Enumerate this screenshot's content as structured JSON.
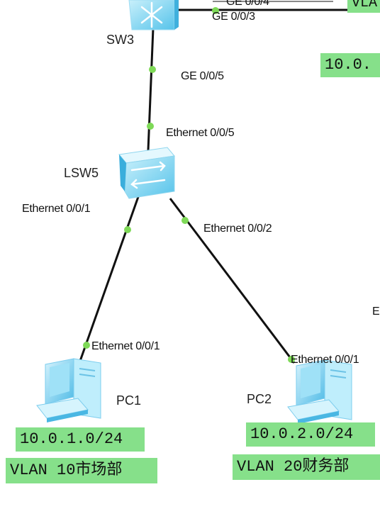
{
  "devices": {
    "sw3": "SW3",
    "lsw5": "LSW5",
    "pc1": "PC1",
    "pc2": "PC2"
  },
  "ports": {
    "sw3_up1": "GE 0/0/4",
    "sw3_up2": "GE 0/0/3",
    "sw3_down": "GE 0/0/5",
    "lsw5_up": "Ethernet 0/0/5",
    "lsw5_p1": "Ethernet 0/0/1",
    "lsw5_p2": "Ethernet 0/0/2",
    "pc1_port": "Ethernet 0/0/1",
    "pc2_port": "Ethernet 0/0/1",
    "edge_partial": "E"
  },
  "tags": {
    "top_partial": "VLA",
    "right_partial": "10.0.",
    "pc1_subnet": "10.0.1.0/24",
    "pc1_vlan": "VLAN 10市场部",
    "pc2_subnet": "10.0.2.0/24",
    "pc2_vlan": "VLAN 20财务部"
  },
  "colors": {
    "tag_bg": "#86e08a",
    "link_dot": "#7ed957",
    "device_cyan": "#5bc8ec"
  }
}
